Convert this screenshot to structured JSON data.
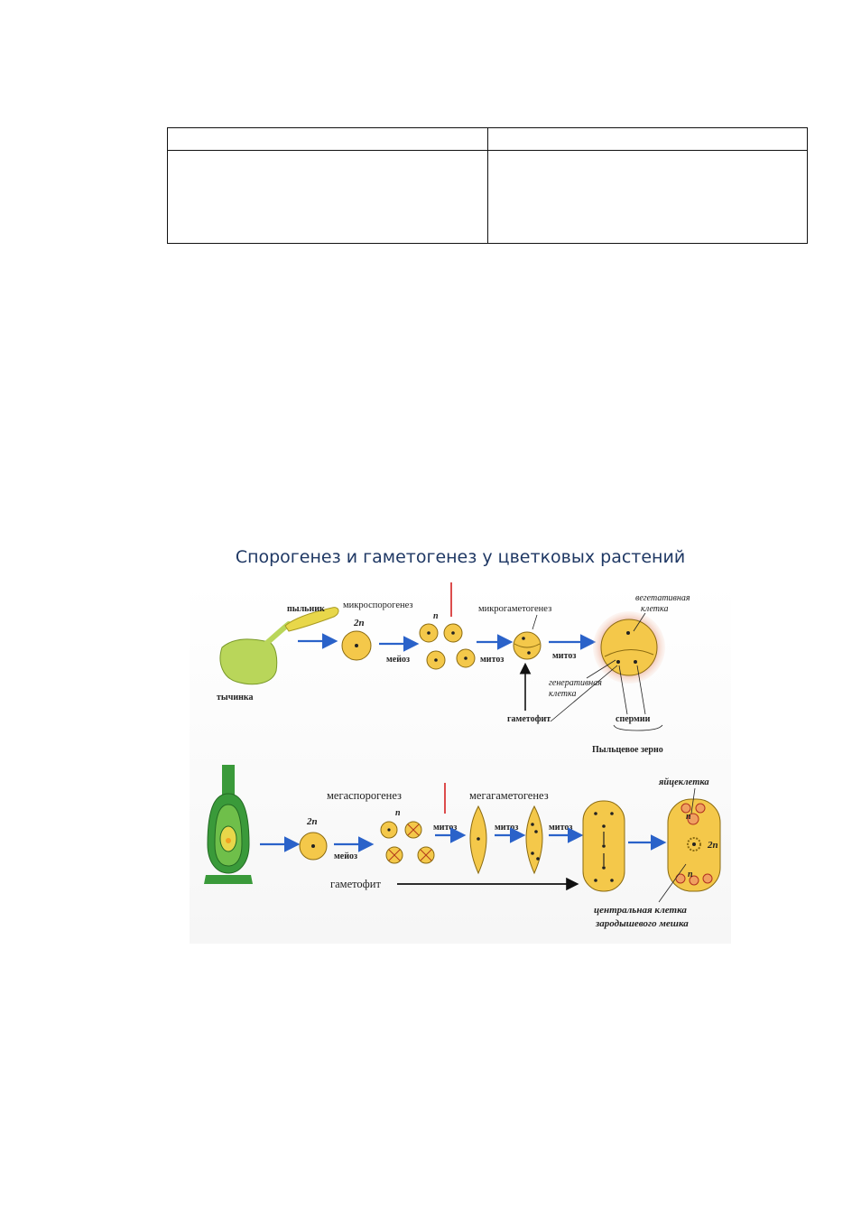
{
  "figure": {
    "title": "Спорогенез и гаметогенез у цветковых растений",
    "top": {
      "stamen": "тычинка",
      "anther": "пыльник",
      "microsporogenesis": "микроспорогенез",
      "diploid": "2n",
      "haploid": "n",
      "meiosis": "мейоз",
      "mitosis1": "митоз",
      "microgametogenesis": "микрогаметогенез",
      "mitosis2": "митоз",
      "vegetative_cell_1": "вегетативная",
      "vegetative_cell_2": "клетка",
      "generative_cell_1": "генеративная",
      "generative_cell_2": "клетка",
      "gametophyte": "гаметофит",
      "sperm": "спермии",
      "pollen_grain": "Пыльцевое зерно"
    },
    "bottom": {
      "megasporogenesis": "мегаспорогенез",
      "diploid": "2n",
      "haploid": "n",
      "meiosis": "мейоз",
      "mitosis1": "митоз",
      "megagametogenesis": "мегагаметогенез",
      "mitosis2": "митоз",
      "mitosis3": "митоз",
      "gametophyte": "гаметофит",
      "egg_cell": "яйцеклетка",
      "n_top": "n",
      "n_bottom": "n",
      "diploid_center": "2n",
      "central_cell_1": "центральная клетка",
      "central_cell_2": "зародышевого мешка"
    }
  },
  "colors": {
    "cell_fill": "#f4c84a",
    "cell_stroke": "#8a6a10",
    "arrow_blue": "#2a62c9",
    "plant_green": "#3a9a3a",
    "stamen_green": "#b9d65a",
    "marker_red": "#d42020"
  }
}
